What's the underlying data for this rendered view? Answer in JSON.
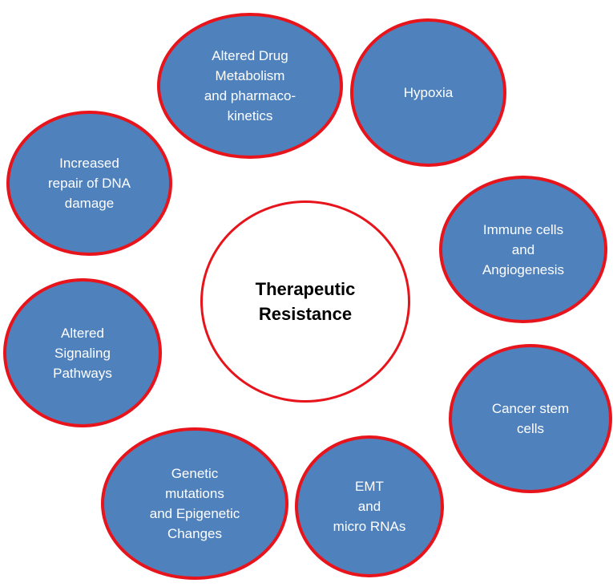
{
  "center": {
    "label": "Therapeutic\nResistance"
  },
  "nodes": {
    "drug_metabolism": "Altered Drug\nMetabolism\nand pharmaco-\nkinetics",
    "hypoxia": "Hypoxia",
    "dna_repair": "Increased\nrepair of DNA\ndamage",
    "immune": "Immune cells\nand\nAngiogenesis",
    "signaling": "Altered\nSignaling\nPathways",
    "stem_cells": "Cancer stem\ncells",
    "genetic": "Genetic\nmutations\nand Epigenetic\nChanges",
    "emt": "EMT\nand\nmicro RNAs"
  },
  "colors": {
    "node_fill": "#4f81bd",
    "node_border": "#e8141c",
    "center_fill": "#ffffff",
    "node_text": "#ffffff",
    "center_text": "#000000"
  }
}
